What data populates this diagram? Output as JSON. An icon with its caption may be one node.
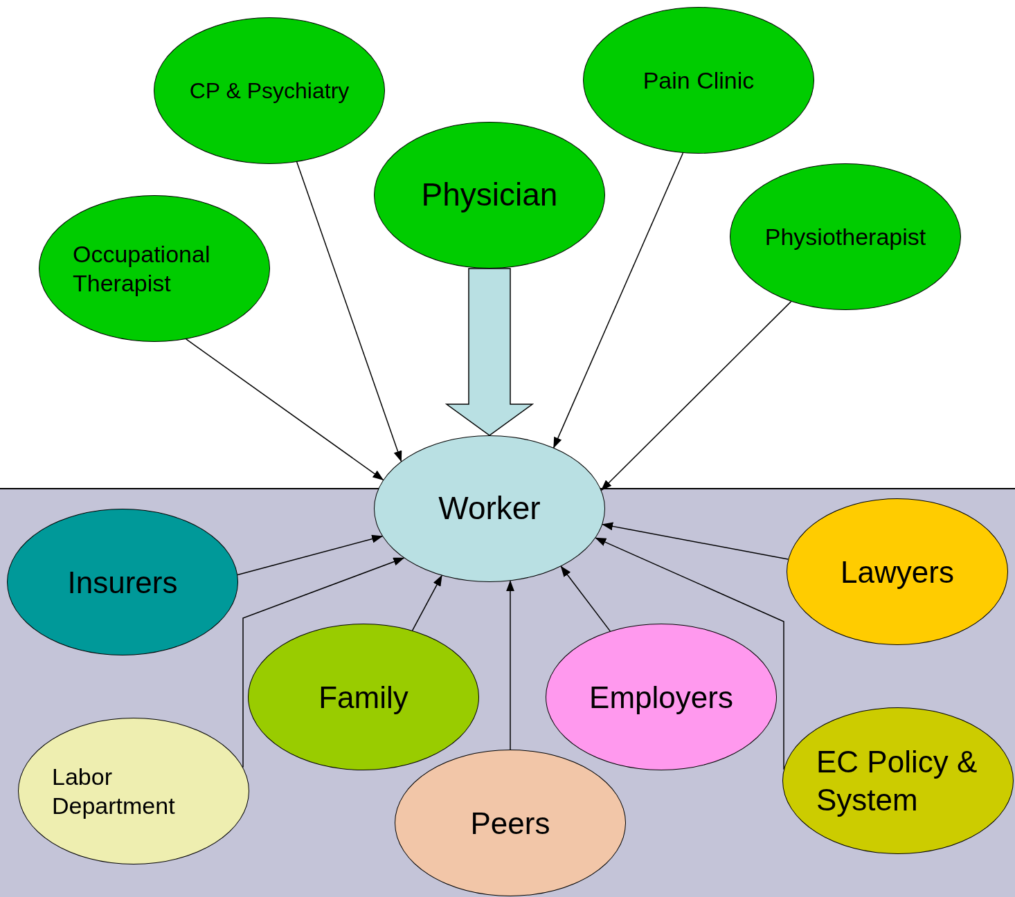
{
  "diagram": {
    "nodes": [
      {
        "text": [
          "CP & Psychiatry"
        ]
      },
      {
        "text": [
          "Pain Clinic"
        ]
      },
      {
        "text": [
          "Physician"
        ]
      },
      {
        "text": [
          "Occupational Therapist"
        ]
      },
      {
        "text": [
          "Physiotherapist"
        ]
      },
      {
        "text": [
          "Worker"
        ]
      },
      {
        "text": [
          "Insurers"
        ]
      },
      {
        "text": [
          "Lawyers"
        ]
      },
      {
        "text": [
          "Family"
        ]
      },
      {
        "text": [
          "Employers"
        ]
      },
      {
        "text": [
          "Labor Department"
        ]
      },
      {
        "text": [
          "EC Policy & System"
        ]
      },
      {
        "text": [
          "Peers"
        ]
      }
    ],
    "edges": [
      {
        "from": 3,
        "to": 5,
        "arrow": "to"
      },
      {
        "from": 0,
        "to": 5,
        "arrow": "to"
      },
      {
        "from": 2,
        "to": 5,
        "arrow": "to",
        "style": "thick",
        "color": "#b9e0e3"
      },
      {
        "from": 1,
        "to": 5,
        "arrow": "to"
      },
      {
        "from": 4,
        "to": 5,
        "arrow": "to"
      },
      {
        "from": 6,
        "to": 5,
        "arrow": "to"
      },
      {
        "from": 7,
        "to": 5,
        "arrow": "to"
      },
      {
        "from": 10,
        "to": 5,
        "arrow": "to"
      },
      {
        "from": 8,
        "to": 5,
        "arrow": "to"
      },
      {
        "from": 12,
        "to": 5,
        "arrow": "to"
      },
      {
        "from": 9,
        "to": 5,
        "arrow": "to"
      },
      {
        "from": 11,
        "to": 5,
        "arrow": "to"
      }
    ]
  }
}
